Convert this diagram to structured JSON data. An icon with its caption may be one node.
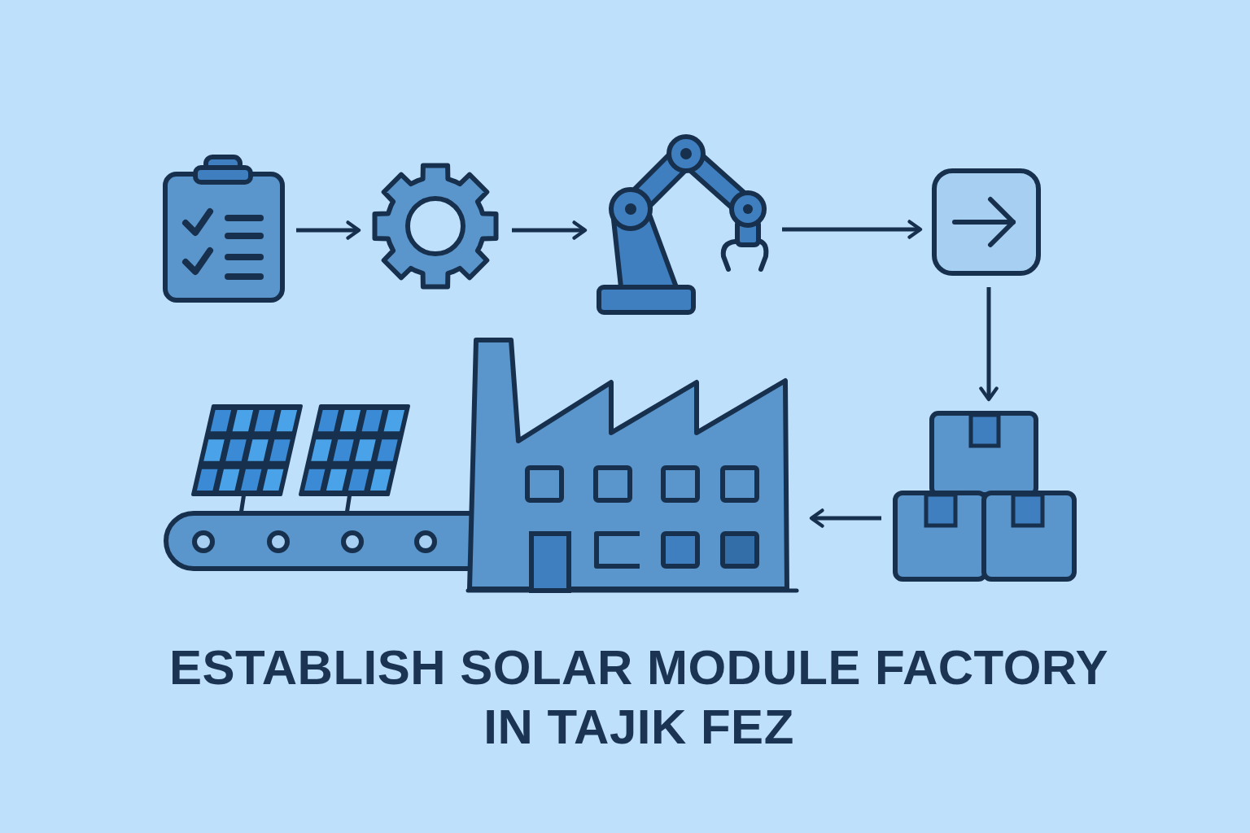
{
  "diagram": {
    "title": "ESTABLISH SOLAR MODULE FACTORY IN TAJIK FEZ",
    "nodes": [
      {
        "text": [],
        "shape": "picture"
      },
      {
        "text": [],
        "shape": "picture"
      },
      {
        "text": [],
        "shape": "picture"
      },
      {
        "text": [],
        "shape": "picture"
      },
      {
        "text": [],
        "shape": "picture"
      },
      {
        "text": [],
        "shape": "picture"
      }
    ],
    "edges": [
      {
        "from": 0,
        "to": 1,
        "arrow": "to"
      },
      {
        "from": 1,
        "to": 2,
        "arrow": "to"
      },
      {
        "from": 2,
        "to": 3,
        "arrow": "to"
      },
      {
        "from": 3,
        "to": 4,
        "arrow": "to"
      },
      {
        "from": 4,
        "to": 5,
        "arrow": "to"
      }
    ]
  }
}
